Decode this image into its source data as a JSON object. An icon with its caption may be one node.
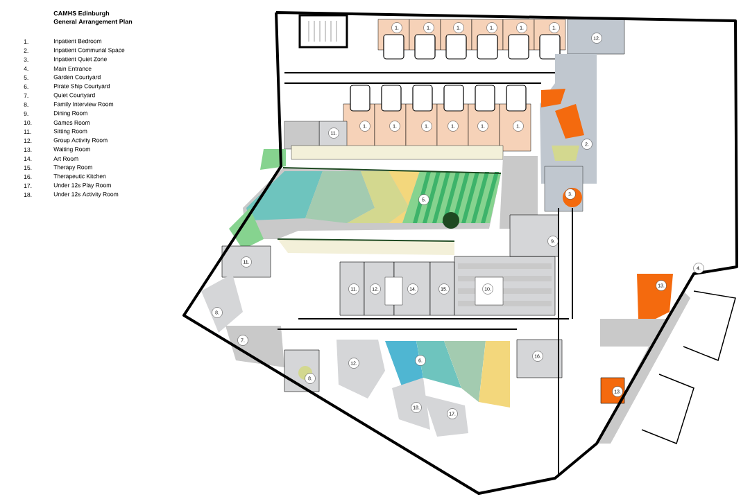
{
  "diagram": {
    "title": "CAMHS Edinburgh",
    "nodes": [
      {
        "text": [
          "1."
        ]
      },
      {
        "text": [
          "1."
        ]
      },
      {
        "text": [
          "1."
        ]
      },
      {
        "text": [
          "1."
        ]
      },
      {
        "text": [
          "1."
        ]
      },
      {
        "text": [
          "1."
        ]
      },
      {
        "text": [
          "12."
        ]
      },
      {
        "text": [
          "1."
        ]
      },
      {
        "text": [
          "1."
        ]
      },
      {
        "text": [
          "1."
        ]
      },
      {
        "text": [
          "1."
        ]
      },
      {
        "text": [
          "1."
        ]
      },
      {
        "text": [
          "1."
        ]
      },
      {
        "text": [
          "11."
        ]
      },
      {
        "text": [
          "2."
        ]
      },
      {
        "text": [
          "3."
        ]
      },
      {
        "text": [
          "5."
        ]
      },
      {
        "text": [
          "9."
        ]
      },
      {
        "text": [
          "11."
        ]
      },
      {
        "text": [
          "4."
        ]
      },
      {
        "text": [
          "13."
        ]
      },
      {
        "text": [
          "11."
        ]
      },
      {
        "text": [
          "12."
        ]
      },
      {
        "text": [
          "14."
        ]
      },
      {
        "text": [
          "15."
        ]
      },
      {
        "text": [
          "10."
        ]
      },
      {
        "text": [
          "8."
        ]
      },
      {
        "text": [
          "7."
        ]
      },
      {
        "text": [
          "16."
        ]
      },
      {
        "text": [
          "6."
        ]
      },
      {
        "text": [
          "12."
        ]
      },
      {
        "text": [
          "8."
        ]
      },
      {
        "text": [
          "13."
        ]
      },
      {
        "text": [
          "18."
        ]
      },
      {
        "text": [
          "17."
        ]
      }
    ],
    "labels": [
      "General Arrangement Plan",
      "1.",
      "Inpatient Bedroom",
      "2.",
      "Inpatient Communal Space",
      "3.",
      "Inpatient Quiet Zone",
      "4.",
      "Main Entrance",
      "5.",
      "Garden Courtyard",
      "6.",
      "Pirate Ship Courtyard",
      "7.",
      "Quiet Courtyard",
      "8.",
      "Family Interview Room",
      "9.",
      "Dining Room",
      "10.",
      "Games Room",
      "11.",
      "Sitting Room",
      "12.",
      "Group Activity Room",
      "13.",
      "Waiting Room",
      "14.",
      "Art Room",
      "15.",
      "Therapy Room",
      "16.",
      "Therapeutic Kitchen",
      "17.",
      "Under 12s Play Room",
      "18.",
      "Under 12s Activity Room"
    ]
  }
}
